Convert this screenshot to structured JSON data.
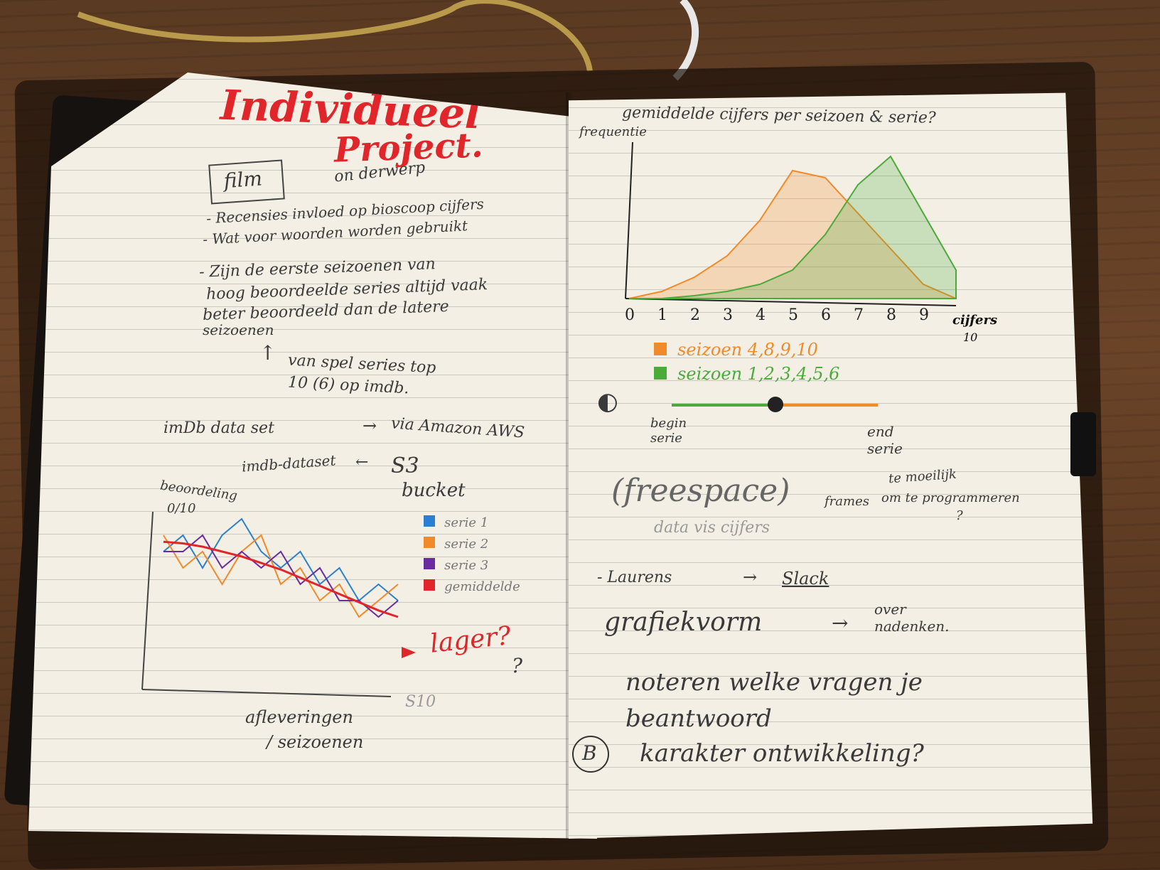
{
  "left_page": {
    "title_line1": "Individueel",
    "title_line2": "Project.",
    "film_box": "film",
    "film_arrow_note": "on derwerp",
    "bullets": [
      "- Recensies invloed op bioscoop cijfers",
      "- Wat voor woorden worden gebruikt",
      "- Zijn de eerste seizoenen van",
      "hoog beoordeelde series altijd vaak",
      "beter beoordeeld dan de latere",
      "seizoenen"
    ],
    "source_note_line1": "van spel series top",
    "source_note_line2": "10 (6) op imdb.",
    "dataset_line": "imDb data set",
    "dataset_via": "via Amazon AWS",
    "s3_line": "S3",
    "imdb_dataset": "imdb-dataset",
    "bucket": "bucket",
    "chart_ylabel_1": "beoordeling",
    "chart_ylabel_2": "0/10",
    "chart_xlabel_1": "afleveringen",
    "chart_xlabel_2": "/ seizoenen",
    "chart_xlabel_extra": "S10",
    "legend": [
      "serie 1",
      "serie 2",
      "serie 3",
      "gemiddelde"
    ],
    "lower_note": "lager?",
    "question_note": "?"
  },
  "right_page": {
    "title": "gemiddelde cijfers per seizoen & serie?",
    "ylabel": "frequentie",
    "xaxis_ticks": [
      "0",
      "1",
      "2",
      "3",
      "4",
      "5",
      "6",
      "7",
      "8",
      "9"
    ],
    "xlabel": "cijfers",
    "x_end_tick": "10",
    "legend_orange": "seizoen 4,8,9,10",
    "legend_green": "seizoen 1,2,3,4,5,6",
    "slider_start": "begin serie",
    "slider_end": "end serie",
    "difficult_note_1": "te moeilijk",
    "difficult_note_2": "om te programmeren",
    "difficult_q": "?",
    "freespace": "(freespace)",
    "freespace_sub": "data vis cijfers",
    "frames": "frames",
    "item1_left": "- Laurens",
    "item1_right": "Slack",
    "item2_left": "grafiekvorm",
    "item2_right": "over nadenken.",
    "item3": "noteren welke vragen je beantwoord",
    "item4_circle": "B",
    "item4": "karakter ontwikkeling?"
  },
  "colors": {
    "title_red": "#e0262a",
    "orange": "#f08a2a",
    "green": "#4caa3a",
    "blue": "#2b7fd0",
    "purple": "#6a2aa0",
    "pencil": "#555555"
  },
  "chart_data": [
    {
      "type": "line",
      "xlabel": "afleveringen / seizoenen",
      "ylabel": "beoordeling 0/10",
      "ylim": [
        0,
        10
      ],
      "series": [
        {
          "name": "serie 1",
          "values": [
            8,
            9,
            7,
            9,
            10,
            8,
            7,
            8,
            6,
            7,
            5,
            6,
            5
          ]
        },
        {
          "name": "serie 2",
          "values": [
            9,
            7,
            8,
            6,
            8,
            9,
            6,
            7,
            5,
            6,
            4,
            5,
            6
          ]
        },
        {
          "name": "serie 3",
          "values": [
            8,
            8,
            9,
            7,
            8,
            7,
            8,
            6,
            7,
            5,
            5,
            4,
            5
          ]
        },
        {
          "name": "gemiddelde",
          "values": [
            8.6,
            8.5,
            8.3,
            8.0,
            7.7,
            7.3,
            6.9,
            6.4,
            5.9,
            5.4,
            4.9,
            4.4,
            4.0
          ]
        }
      ]
    },
    {
      "type": "area",
      "xlabel": "cijfers",
      "ylabel": "frequentie",
      "x": [
        0,
        1,
        2,
        3,
        4,
        5,
        6,
        7,
        8,
        9,
        10
      ],
      "series": [
        {
          "name": "seizoen 4,8,9,10",
          "values": [
            0,
            0.05,
            0.15,
            0.3,
            0.55,
            0.9,
            0.85,
            0.6,
            0.35,
            0.1,
            0
          ]
        },
        {
          "name": "seizoen 1,2,3,4,5,6",
          "values": [
            0,
            0,
            0.02,
            0.05,
            0.1,
            0.2,
            0.45,
            0.8,
            1.0,
            0.6,
            0.2
          ]
        }
      ]
    }
  ]
}
